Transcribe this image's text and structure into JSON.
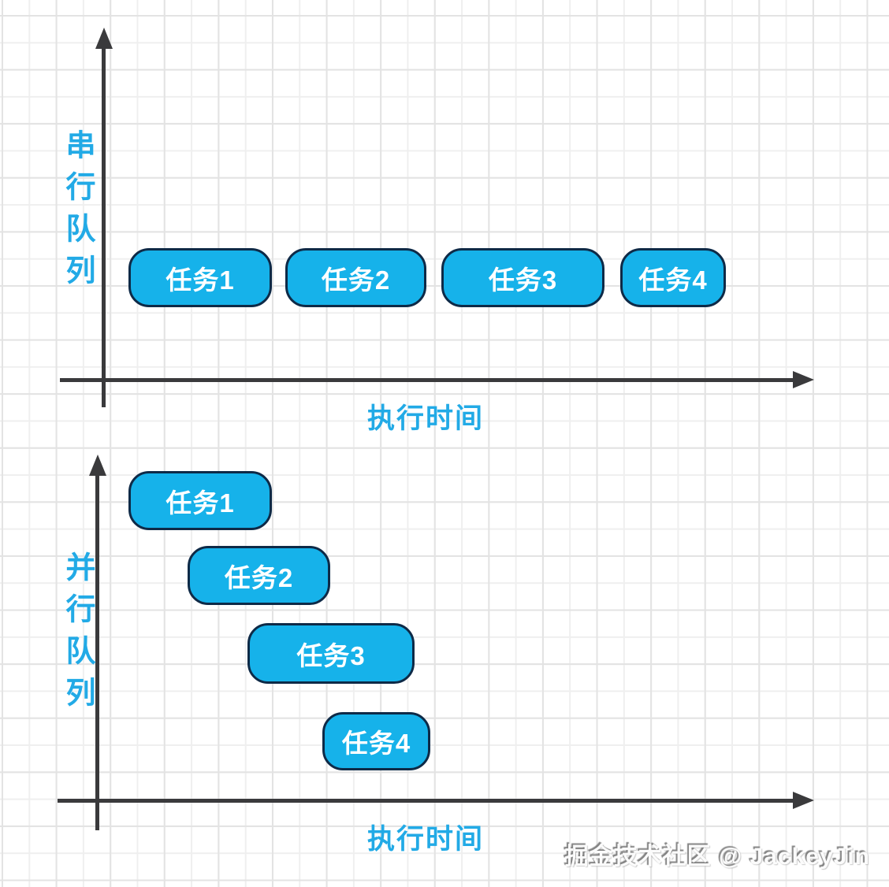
{
  "colors": {
    "task_fill": "#16b2ea",
    "task_border": "#0e2a47",
    "label_blue": "#22aae6",
    "axis": "#3a3a3c",
    "grid_line": "#e3e3e3"
  },
  "serial_chart": {
    "y_axis_label": "串行队列",
    "x_axis_label": "执行时间",
    "tasks": [
      {
        "label": "任务1"
      },
      {
        "label": "任务2"
      },
      {
        "label": "任务3"
      },
      {
        "label": "任务4"
      }
    ]
  },
  "parallel_chart": {
    "y_axis_label": "并行队列",
    "x_axis_label": "执行时间",
    "tasks": [
      {
        "label": "任务1"
      },
      {
        "label": "任务2"
      },
      {
        "label": "任务3"
      },
      {
        "label": "任务4"
      }
    ]
  },
  "watermark": "掘金技术社区 @ JackeyJin"
}
